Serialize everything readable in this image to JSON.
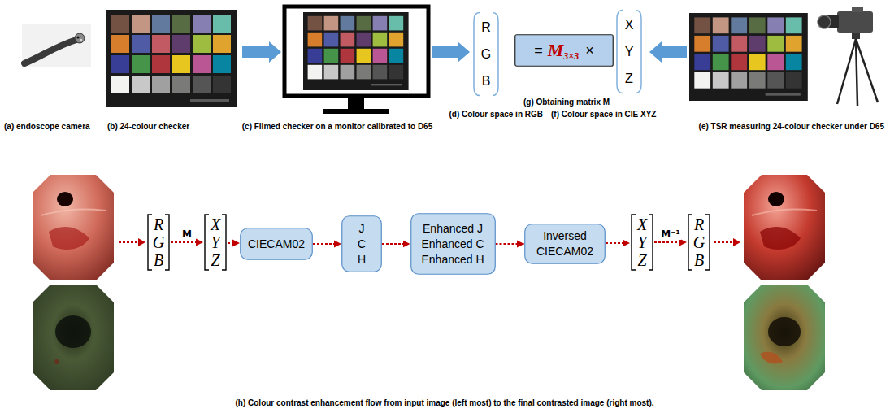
{
  "diagram": {
    "caption": "(h) Colour contrast enhancement flow from input image (left most) to the final contrasted image (right most).",
    "nodes": [
      {
        "text": [
          "R G B"
        ]
      },
      {
        "text": [
          "=",
          "M",
          "3×3",
          "×"
        ]
      },
      {
        "text": [
          "X Y Z"
        ]
      },
      {
        "text": [
          "R G B"
        ]
      },
      {
        "text": [
          "X Y Z"
        ]
      },
      {
        "text": [
          "CIECAM02"
        ]
      },
      {
        "text": [
          "J C H"
        ]
      },
      {
        "text": [
          "Enhanced J Enhanced C Enhanced H"
        ]
      },
      {
        "text": [
          "Inversed CIECAM02"
        ]
      },
      {
        "text": [
          "X Y Z"
        ]
      },
      {
        "text": [
          "R G B"
        ]
      }
    ],
    "edges": [
      {
        "from": 3,
        "to": 4,
        "arrow": "to",
        "label": "M"
      },
      {
        "from": 4,
        "to": 5,
        "arrow": "to"
      },
      {
        "from": 5,
        "to": 6,
        "arrow": "to"
      },
      {
        "from": 6,
        "to": 7,
        "arrow": "to"
      },
      {
        "from": 7,
        "to": 8,
        "arrow": "to"
      },
      {
        "from": 8,
        "to": 9,
        "arrow": "to"
      },
      {
        "from": 9,
        "to": 10,
        "arrow": "to",
        "label": "M⁻¹"
      }
    ],
    "labels": [
      "(a) endoscope camera",
      "(b) 24-colour checker",
      "(c) Filmed checker on a monitor calibrated to D65",
      "(d) Colour space in RGB",
      "(g) Obtaining matrix M",
      "(f) Colour space in CIE XYZ",
      "(e) TSR measuring 24-colour checker under D65"
    ]
  }
}
